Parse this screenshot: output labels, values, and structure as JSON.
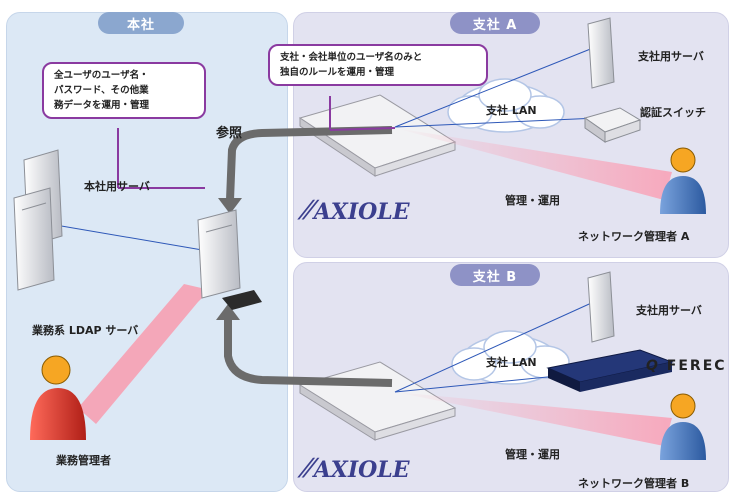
{
  "page_title": "企業内ネットワーク 本社と支社の管理構成",
  "headquarters": {
    "tab_label": "本社",
    "callout_lines": [
      "全ユーザのユーザ名・",
      "パスワード、その他業",
      "務データを運用・管理"
    ],
    "server_label": "本社用サーバ",
    "ldap_label": "業務系 LDAP サーバ",
    "admin_label": "業務管理者",
    "reference_label": "参照"
  },
  "branch_a": {
    "tab_label": "支社 A",
    "callout_lines": [
      "支社・会社単位のユーザ名のみと",
      "独自のルールを運用・管理"
    ],
    "server_label": "支社用サーバ",
    "lan_label": "支社 LAN",
    "switch_label": "認証スイッチ",
    "manage_label": "管理・運用",
    "admin_label": "ネットワーク管理者 A",
    "logo": "AXIOLE"
  },
  "branch_b": {
    "tab_label": "支社 B",
    "server_label": "支社用サーバ",
    "lan_label": "支社 LAN",
    "manage_label": "管理・運用",
    "admin_label": "ネットワーク管理者 B",
    "logo": "AXIOLE",
    "ferec_logo": "FEREC"
  },
  "colors": {
    "hq_panel": "#dce8f5",
    "branch_panel": "#e3e3f1",
    "callout_border": "#8a3aa0",
    "arrow_pink": "#f4a7b9",
    "arrow_gray": "#6b6b6b",
    "person_red": "#d9342b",
    "person_blue": "#3d6fb6",
    "logo": "#3b3f8e"
  }
}
